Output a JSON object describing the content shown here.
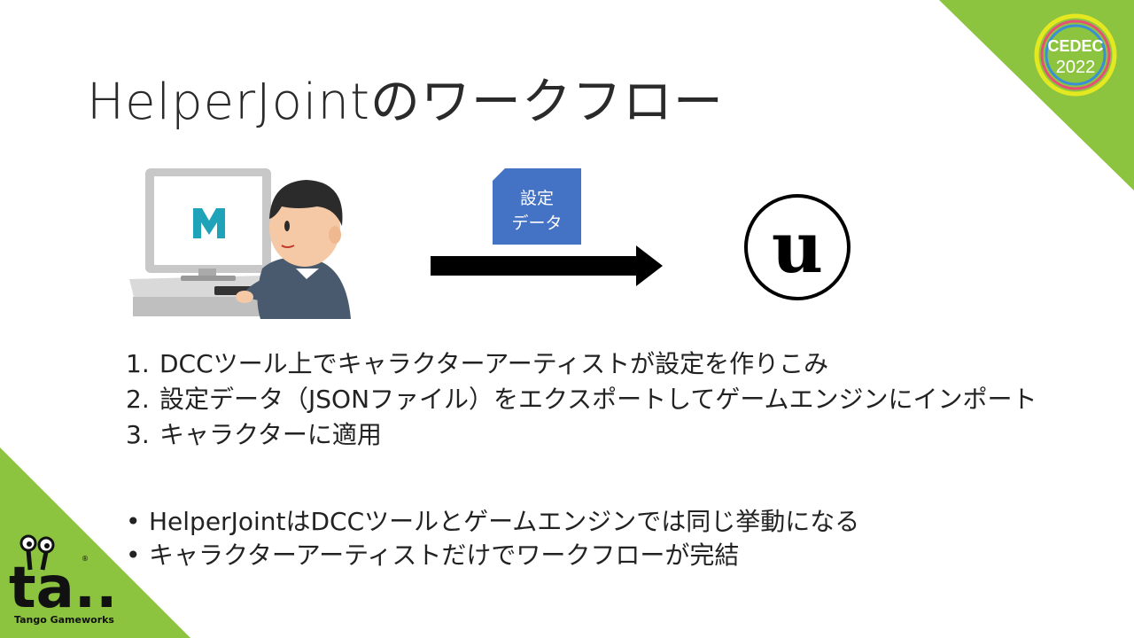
{
  "slide": {
    "title": "HelperJointのワークフロー"
  },
  "corner_badge": {
    "line1": "CEDEC",
    "line2": "2022"
  },
  "settings_doc": {
    "line1": "設定",
    "line2": "データ"
  },
  "app_icon_letter": "M",
  "engine_icon_letter": "u",
  "steps": [
    {
      "num": "1.",
      "text": "DCCツール上でキャラクターアーティストが設定を作りこみ"
    },
    {
      "num": "2.",
      "text": "設定データ（JSONファイル）をエクスポートしてゲームエンジンにインポート"
    },
    {
      "num": "3.",
      "text": "キャラクターに適用"
    }
  ],
  "bullets": [
    {
      "mark": "•",
      "text": "HelperJointはDCCツールとゲームエンジンでは同じ挙動になる"
    },
    {
      "mark": "•",
      "text": "キャラクターアーティストだけでワークフローが完結"
    }
  ],
  "brand": {
    "logo_text": "ta...",
    "company": "Tango Gameworks",
    "reg": "®"
  },
  "colors": {
    "accent_green": "#8cc43f",
    "doc_blue": "#4472c4",
    "dark": "#111111"
  }
}
